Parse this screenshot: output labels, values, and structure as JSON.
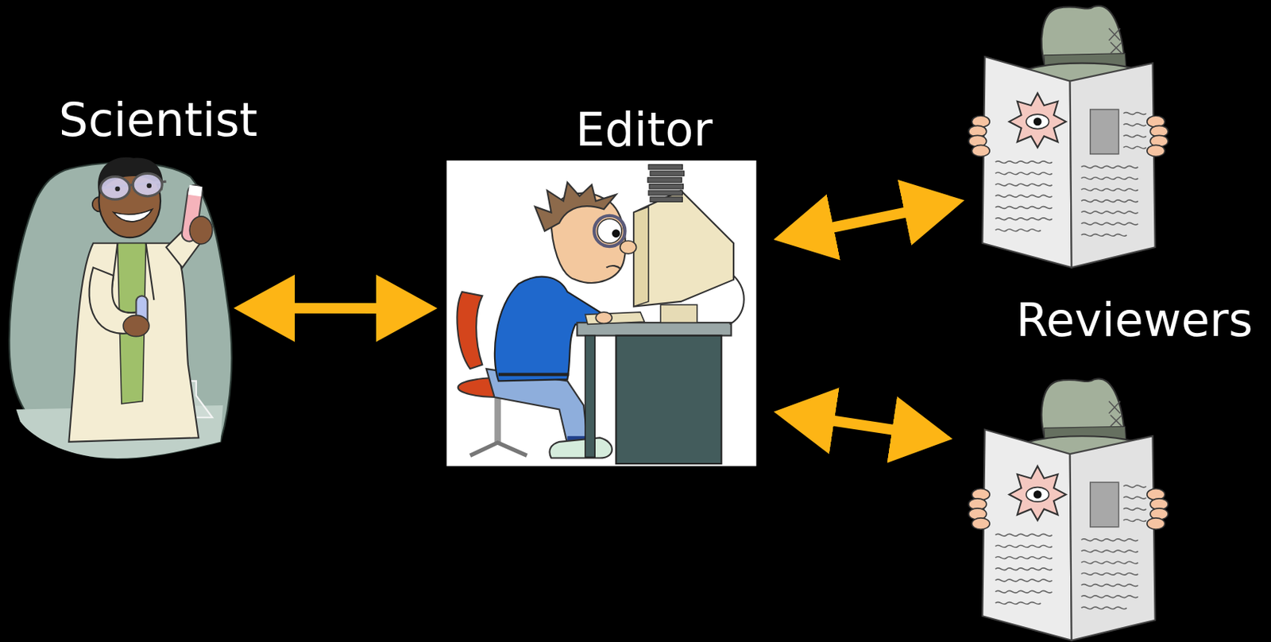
{
  "diagram": {
    "nodes": [
      {
        "text": [
          "Scientist"
        ]
      },
      {
        "text": [
          "Editor"
        ]
      },
      {
        "text": [
          "Reviewers"
        ]
      },
      {
        "text": []
      }
    ],
    "edges": [
      {
        "from": 0,
        "to": 1,
        "arrow": "both"
      },
      {
        "from": 1,
        "to": 2,
        "arrow": "both"
      },
      {
        "from": 1,
        "to": 3,
        "arrow": "both"
      }
    ]
  }
}
